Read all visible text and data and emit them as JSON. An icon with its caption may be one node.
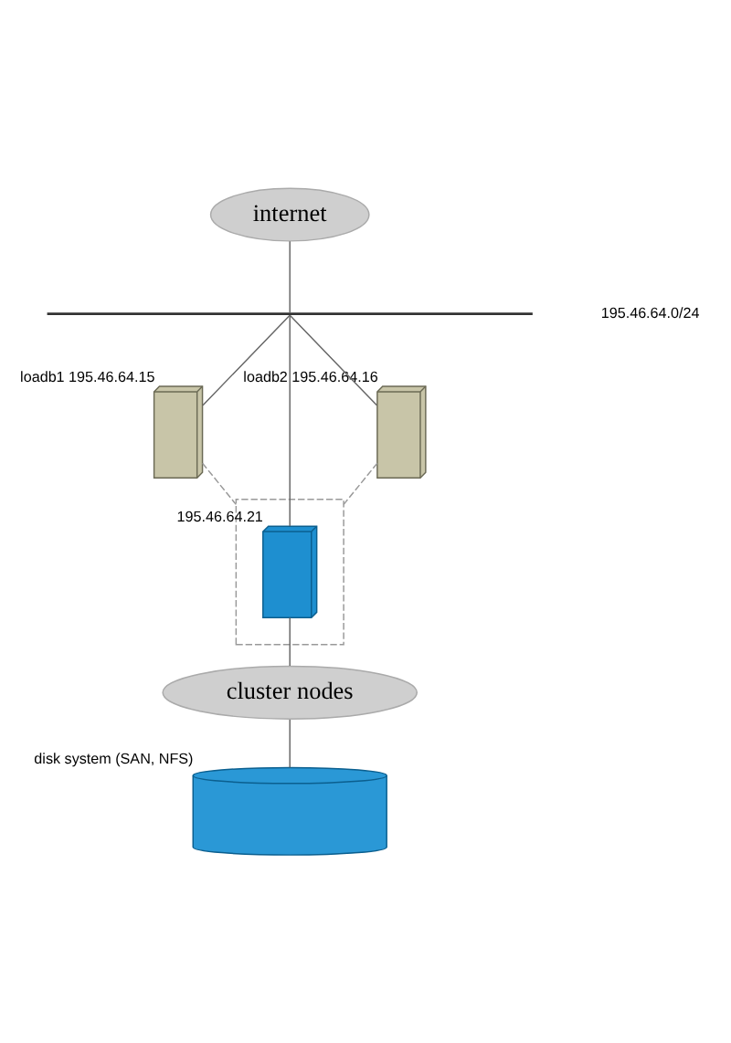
{
  "diagram": {
    "nodes": [
      {
        "text": [
          "internet"
        ]
      },
      {
        "text": [],
        "shape": "bar"
      },
      {
        "text": [],
        "shape": "server",
        "beside": [
          "loadb1 195.46.64.15"
        ]
      },
      {
        "text": [],
        "shape": "box"
      },
      {
        "text": [],
        "shape": "switch",
        "in": 3,
        "beside": [
          "195.46.64.21"
        ]
      },
      {
        "text": [],
        "shape": "server",
        "beside": [
          "loadb2 195.46.64.16"
        ]
      },
      {
        "text": [
          "cluster nodes"
        ]
      },
      {
        "text": [],
        "shape": "cylinder",
        "beside": [
          "disk system (SAN, NFS)"
        ]
      }
    ],
    "edges": [
      {
        "from": 0,
        "to": 1,
        "arrow": "none"
      },
      {
        "from": 1,
        "to": 2,
        "arrow": "none"
      },
      {
        "from": 1,
        "to": 4,
        "arrow": "none"
      },
      {
        "from": 1,
        "to": 5,
        "arrow": "none"
      },
      {
        "from": 2,
        "to": 3,
        "arrow": "none",
        "style": "dashed",
        "color": "#999999"
      },
      {
        "from": 5,
        "to": 3,
        "arrow": "none",
        "style": "dashed",
        "color": "#999999"
      },
      {
        "from": 4,
        "to": 6,
        "arrow": "none"
      },
      {
        "from": 6,
        "to": 7,
        "arrow": "none"
      }
    ],
    "labels": [
      "195.46.64.0/24"
    ]
  }
}
